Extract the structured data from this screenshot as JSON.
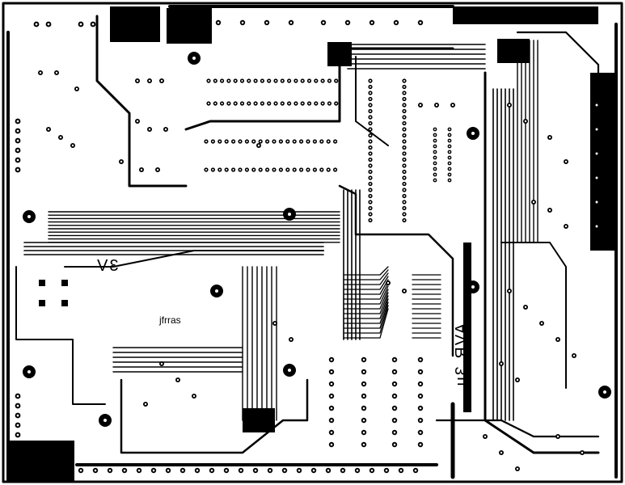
{
  "labels": {
    "author": "jfrras",
    "voltage": "3V",
    "mcu": "AVR 3u"
  }
}
